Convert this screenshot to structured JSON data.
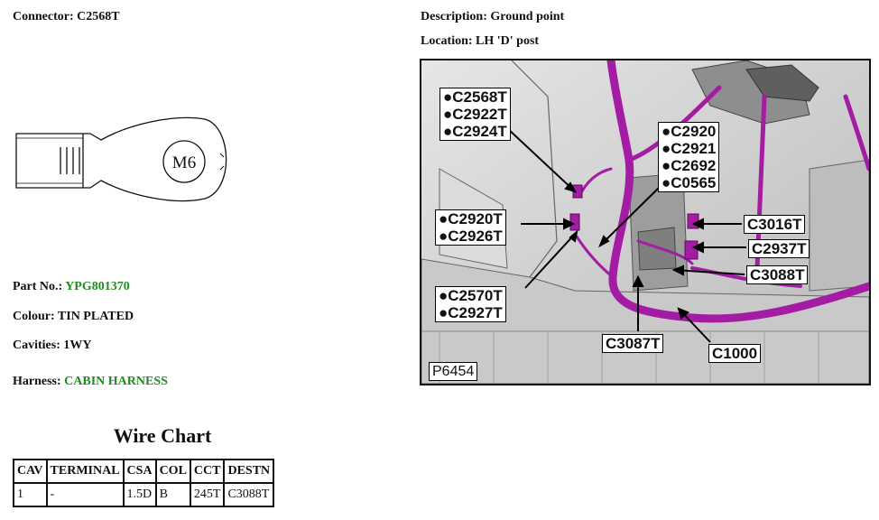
{
  "header": {
    "connector": "Connector: C2568T",
    "description": "Description: Ground point",
    "location": "Location: LH 'D' post"
  },
  "connector_drawing": {
    "stud_label": "M6"
  },
  "part": {
    "part_no_label": "Part No.:",
    "part_no_value": "YPG801370",
    "colour": "Colour: TIN PLATED",
    "cavities": "Cavities: 1WY",
    "harness_label": "Harness:",
    "harness_value": "CABIN HARNESS"
  },
  "wire_chart": {
    "title": "Wire Chart",
    "headers": [
      "CAV",
      "TERMINAL",
      "CSA",
      "COL",
      "CCT",
      "DESTN"
    ],
    "rows": [
      [
        "1",
        "-",
        "1.5D",
        "B",
        "245T",
        "C3088T"
      ]
    ]
  },
  "photo": {
    "id": "P6454",
    "callouts": {
      "group1": [
        "●C2568T",
        "●C2922T",
        "●C2924T"
      ],
      "group2": [
        "●C2920",
        "●C2921",
        "●C2692",
        "●C0565"
      ],
      "group3": [
        "●C2920T",
        "●C2926T"
      ],
      "group4": [
        "●C2570T",
        "●C2927T"
      ],
      "c3016t": "C3016T",
      "c2937t": "C2937T",
      "c3088t": "C3088T",
      "c3087t": "C3087T",
      "c1000": "C1000"
    }
  },
  "colors": {
    "harness": "#a31ca3",
    "green_text": "#1f8a1f"
  }
}
